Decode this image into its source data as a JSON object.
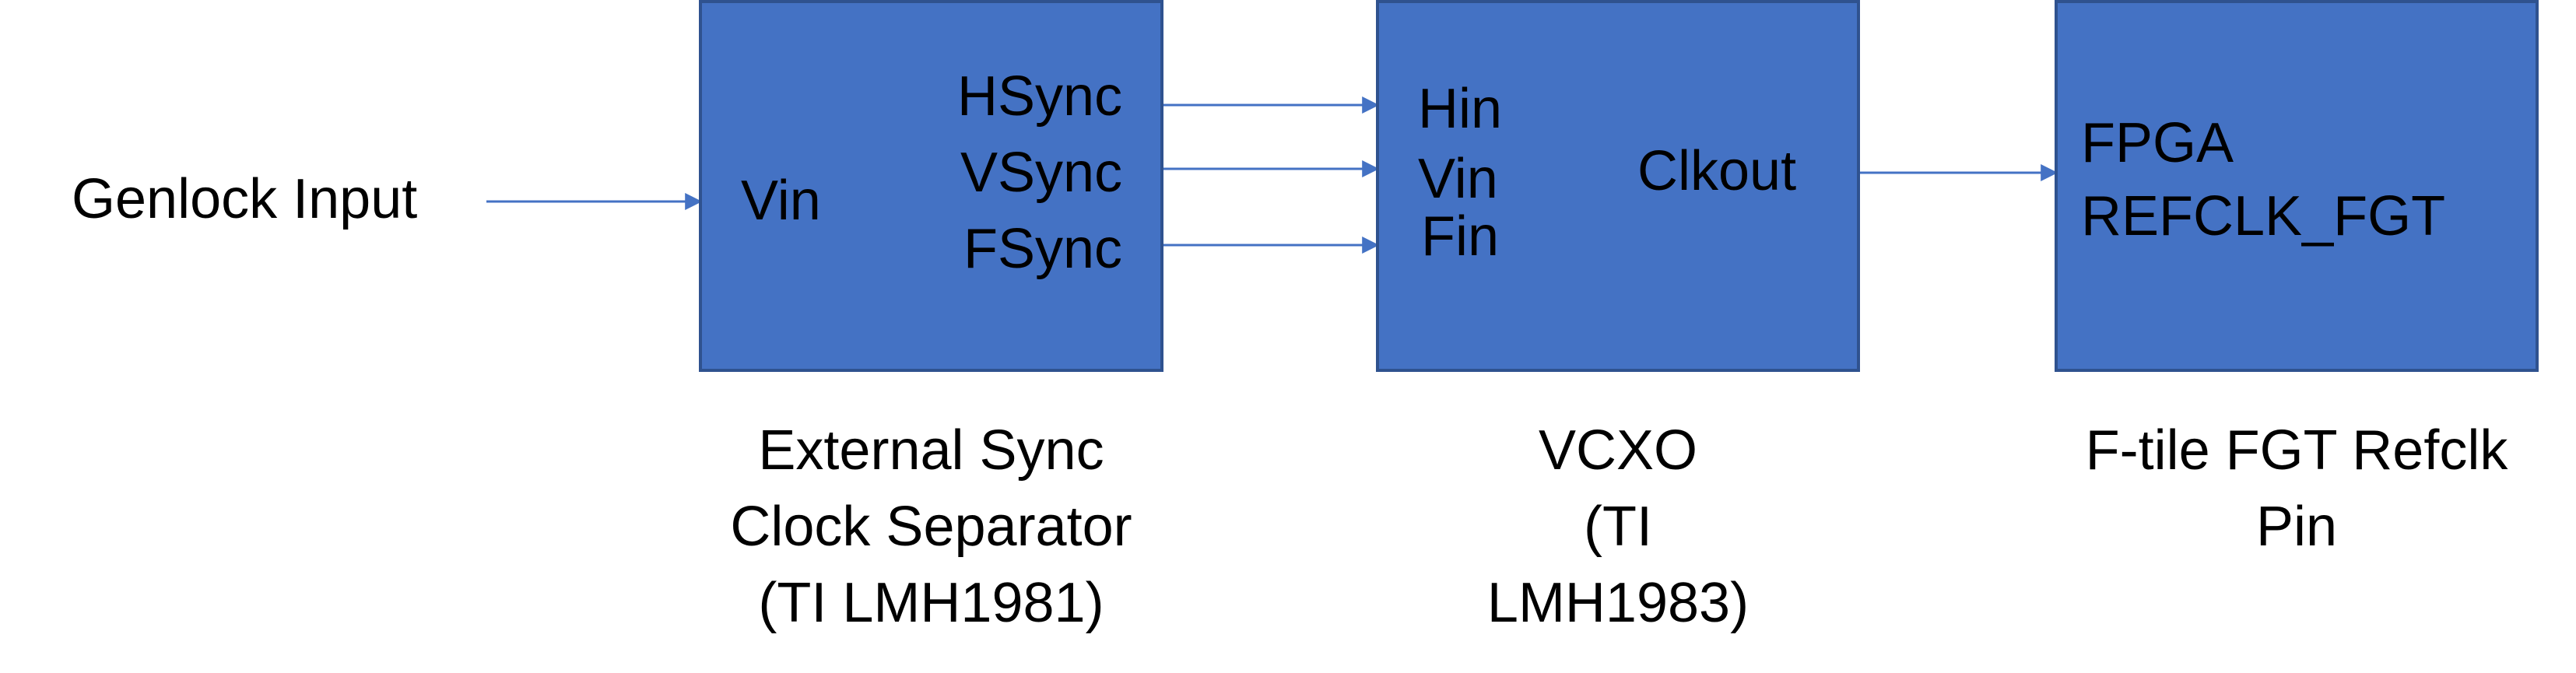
{
  "colors": {
    "block_fill": "#4472c4",
    "block_border": "#2f528f",
    "arrow": "#4472c4",
    "text": "#000000",
    "background": "#ffffff"
  },
  "input_label": "Genlock Input",
  "separator": {
    "input_port": "Vin",
    "output_ports": [
      "HSync",
      "VSync",
      "FSync"
    ],
    "caption_lines": [
      "External Sync",
      "Clock Separator",
      "(TI LMH1981)"
    ]
  },
  "vcxo": {
    "input_ports": [
      "Hin",
      "Vin",
      "Fin"
    ],
    "output_port": "Clkout",
    "caption_lines": [
      "VCXO",
      "(TI",
      "LMH1983)"
    ]
  },
  "fpga": {
    "text_lines": [
      "FPGA",
      "REFCLK_FGT"
    ],
    "caption_lines": [
      "F-tile FGT Refclk",
      "Pin"
    ]
  }
}
